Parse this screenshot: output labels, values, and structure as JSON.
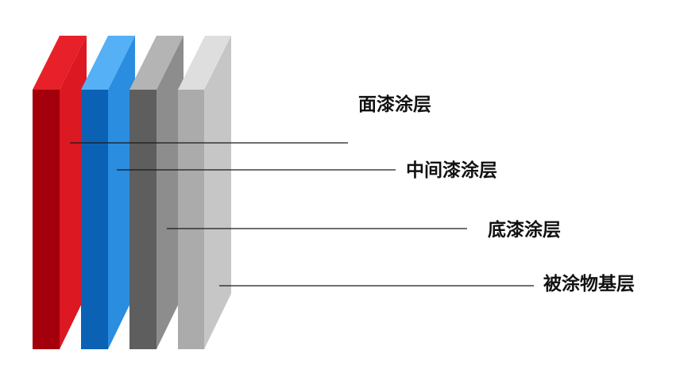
{
  "layers": [
    {
      "label": "面漆涂层",
      "colors": {
        "top": "#e8202a",
        "front": "#a3000c",
        "side": "#dc1822"
      }
    },
    {
      "label": "中间漆涂层",
      "colors": {
        "top": "#56b0f5",
        "front": "#0b62b5",
        "side": "#2a8de0"
      }
    },
    {
      "label": "底漆涂层",
      "colors": {
        "top": "#b4b4b4",
        "front": "#5e5e5e",
        "side": "#8d8d8d"
      }
    },
    {
      "label": "被涂物基层",
      "colors": {
        "top": "#dedede",
        "front": "#ababab",
        "side": "#c6c6c6"
      }
    }
  ]
}
